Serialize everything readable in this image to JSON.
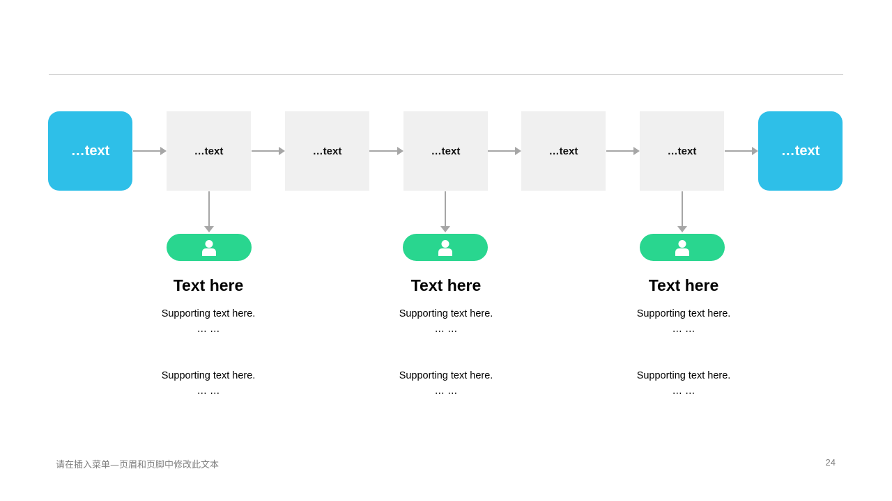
{
  "flow": {
    "start_label": "…text",
    "steps": [
      "…text",
      "…text",
      "…text",
      "…text",
      "…text"
    ],
    "end_label": "…text"
  },
  "columns": [
    {
      "title": "Text here",
      "support_1": "Supporting  text here.",
      "ellipsis_1": "… …",
      "support_2": "Supporting  text here.",
      "ellipsis_2": "… …"
    },
    {
      "title": "Text here",
      "support_1": "Supporting  text here.",
      "ellipsis_1": "… …",
      "support_2": "Supporting  text here.",
      "ellipsis_2": "… …"
    },
    {
      "title": "Text here",
      "support_1": "Supporting  text here.",
      "ellipsis_1": "… …",
      "support_2": "Supporting  text here.",
      "ellipsis_2": "… …"
    }
  ],
  "footer": {
    "text": "请在插入菜单—页眉和页脚中修改此文本",
    "page_number": "24"
  },
  "colors": {
    "accent_blue": "#2ebfe8",
    "accent_green": "#29d68f",
    "step_gray": "#f0f0f0",
    "arrow_gray": "#a6a6a6"
  },
  "icons": {
    "pill_icon": "user-icon"
  }
}
